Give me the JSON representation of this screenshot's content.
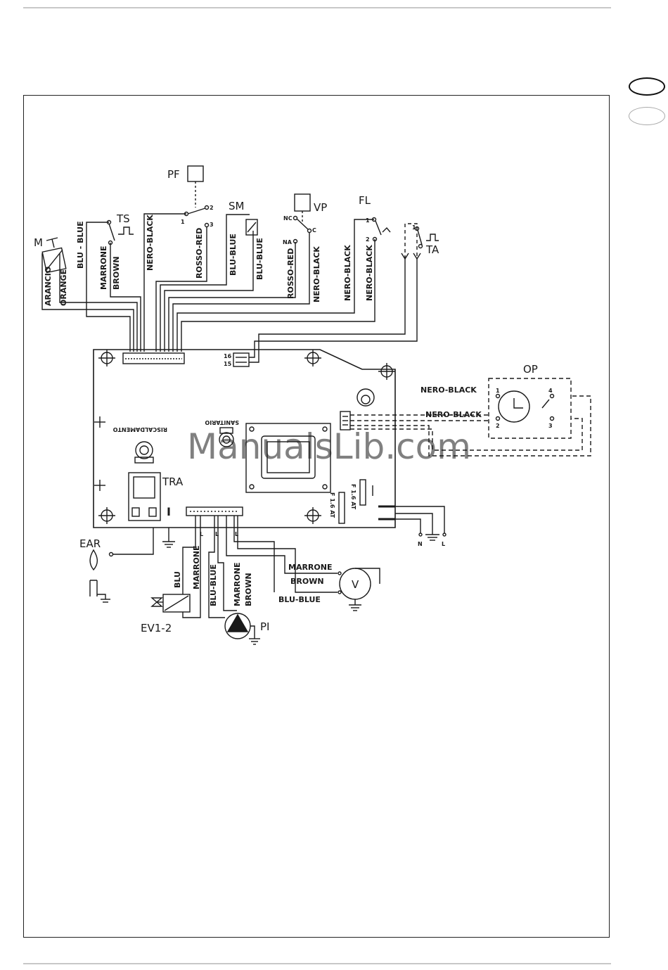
{
  "header_rule": "",
  "language_tabs": [
    {
      "state": "active"
    },
    {
      "state": "inactive"
    }
  ],
  "watermark": "ManualsLib.com",
  "components": {
    "M": "M",
    "TS": "TS",
    "PF": "PF",
    "SM": "SM",
    "VP": "VP",
    "FL": "FL",
    "TA": "TA",
    "OP": "OP",
    "TRA": "TRA",
    "EAR": "EAR",
    "EV": "EV1-2",
    "PI": "PI",
    "V": "V"
  },
  "board_labels": {
    "riscaldamento": "RISCALDAMENTO",
    "sanitario": "SANITARIO",
    "fuse1": "F 1.6 AT",
    "fuse2": "F 1.6 AT",
    "pin16": "16",
    "pin15": "15",
    "tra_mark": "I"
  },
  "switch_pins": {
    "pf1": "1",
    "pf2": "2",
    "pf3": "3",
    "vp_nc": "NC",
    "vp_c": "C",
    "vp_na": "NA",
    "fl1": "1",
    "fl2": "2",
    "ta1": "1",
    "op1": "1",
    "op2": "2",
    "op3": "3",
    "op4": "4",
    "mains_n": "N",
    "mains_l": "L",
    "term_l1": "L",
    "term_l2": "L",
    "term_l3": "L"
  },
  "wire_labels": {
    "m_arancio": "ARANCIO",
    "m_orange": "ORANGE",
    "ts_blu": "BLU - BLUE",
    "ts_marrone": "MARRONE",
    "ts_brown": "BROWN",
    "pf_nero": "NERO-BLACK",
    "pf_rosso": "ROSSO-RED",
    "sm_blu1": "BLU-BLUE",
    "sm_blu2": "BLU-BLUE",
    "vp_rosso": "ROSSO-RED",
    "vp_nero": "NERO-BLACK",
    "fl_nero1": "NERO-BLACK",
    "fl_nero2": "NERO-BLACK",
    "op_nero1": "NERO-BLACK",
    "op_nero2": "NERO-BLACK",
    "ev_blu": "BLU",
    "ev_marrone": "MARRONE",
    "pi_blu": "BLU-BLUE",
    "pi_marrone": "MARRONE",
    "pi_brown": "BROWN",
    "v_marrone": "MARRONE",
    "v_brown": "BROWN",
    "v_blu": "BLU-BLUE"
  }
}
